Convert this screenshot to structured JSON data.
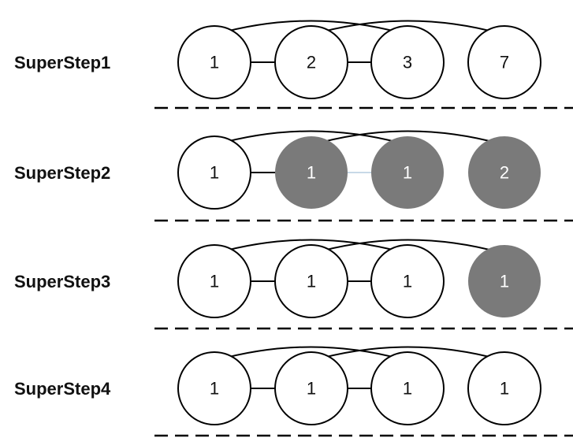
{
  "colors": {
    "active_fill": "#7a7a7a",
    "inactive_fill": "#ffffff",
    "stroke": "#000000",
    "active_text": "#ffffff",
    "inactive_text": "#111111",
    "thin_edge": "#8fb3cf"
  },
  "steps": [
    {
      "label": "SuperStep1",
      "nodes": [
        {
          "value": "1",
          "active": false
        },
        {
          "value": "2",
          "active": false
        },
        {
          "value": "3",
          "active": false
        },
        {
          "value": "7",
          "active": false
        }
      ]
    },
    {
      "label": "SuperStep2",
      "nodes": [
        {
          "value": "1",
          "active": false
        },
        {
          "value": "1",
          "active": true
        },
        {
          "value": "1",
          "active": true
        },
        {
          "value": "2",
          "active": true
        }
      ]
    },
    {
      "label": "SuperStep3",
      "nodes": [
        {
          "value": "1",
          "active": false
        },
        {
          "value": "1",
          "active": false
        },
        {
          "value": "1",
          "active": false
        },
        {
          "value": "1",
          "active": true
        }
      ]
    },
    {
      "label": "SuperStep4",
      "nodes": [
        {
          "value": "1",
          "active": false
        },
        {
          "value": "1",
          "active": false
        },
        {
          "value": "1",
          "active": false
        },
        {
          "value": "1",
          "active": false
        }
      ]
    }
  ]
}
